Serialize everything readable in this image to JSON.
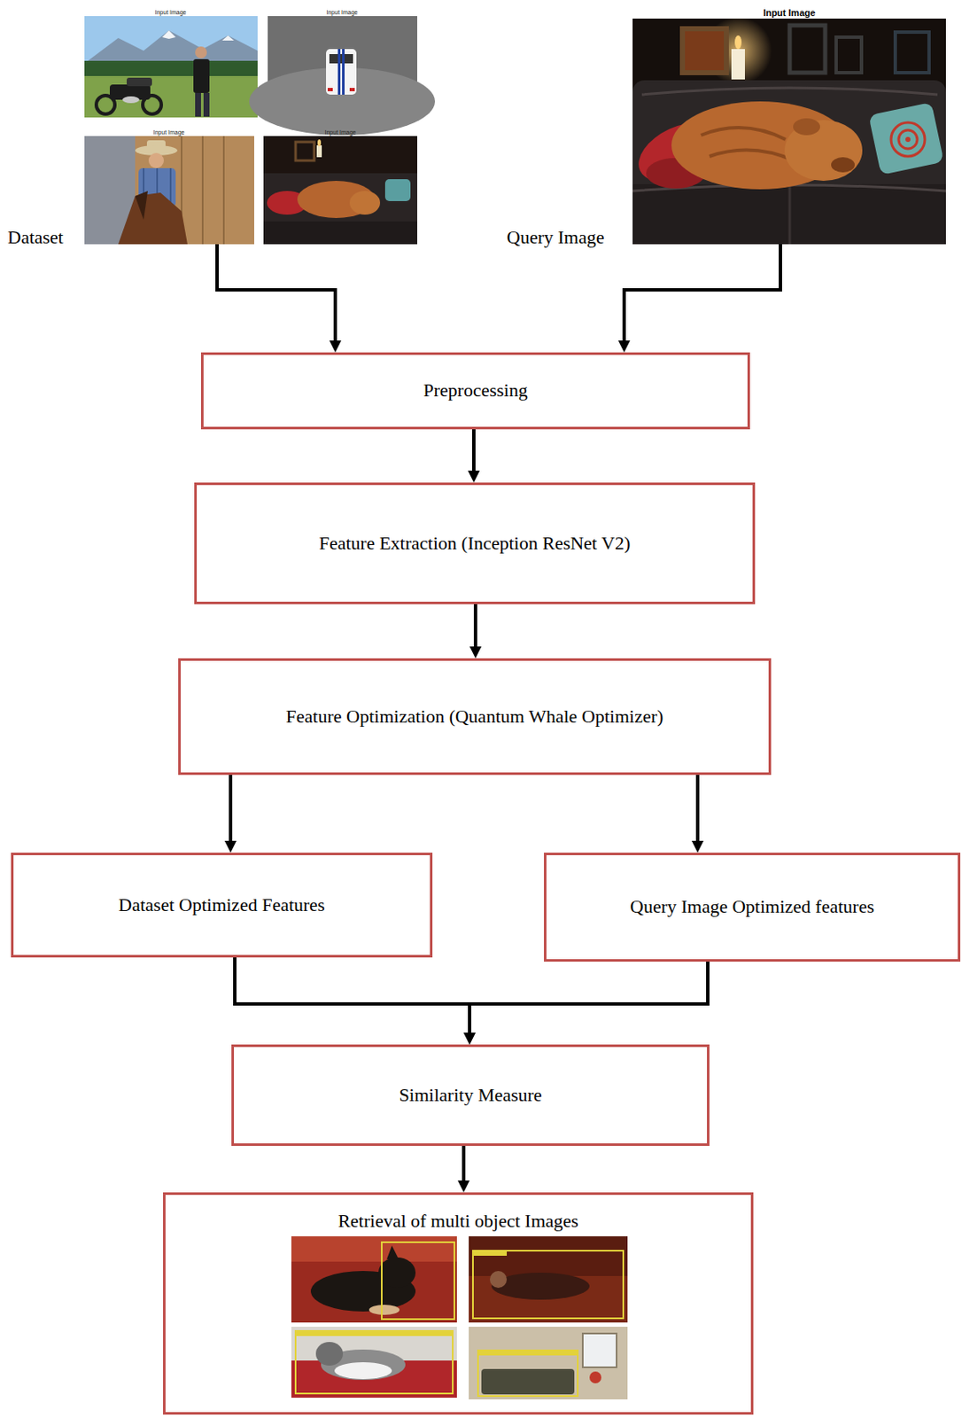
{
  "diagram": {
    "nodes": [
      {
        "text": [
          "Dataset"
        ]
      },
      {
        "text": [
          "Input Image",
          "Query Image"
        ]
      },
      {
        "text": [
          "Preprocessing"
        ]
      },
      {
        "text": [
          "Feature Extraction (Inception ResNet V2)"
        ]
      },
      {
        "text": [
          "Feature Optimization (Quantum Whale Optimizer)"
        ]
      },
      {
        "text": [
          "Dataset Optimized Features"
        ]
      },
      {
        "text": [
          "Query Image Optimized features"
        ]
      },
      {
        "text": [
          "Similarity Measure"
        ]
      },
      {
        "text": [
          "Retrieval of multi object Images"
        ]
      }
    ],
    "edges": [
      {
        "from": 0,
        "to": 2,
        "arrow": "to"
      },
      {
        "from": 1,
        "to": 2,
        "arrow": "to"
      },
      {
        "from": 2,
        "to": 3,
        "arrow": "to"
      },
      {
        "from": 3,
        "to": 4,
        "arrow": "to"
      },
      {
        "from": 4,
        "to": 5,
        "arrow": "to"
      },
      {
        "from": 4,
        "to": 6,
        "arrow": "to"
      },
      {
        "from": 5,
        "to": 7,
        "arrow": "to"
      },
      {
        "from": 6,
        "to": 7,
        "arrow": "to"
      },
      {
        "from": 7,
        "to": 8,
        "arrow": "to"
      }
    ],
    "labels": [
      "Input Image",
      "Input Image",
      "Input Image",
      "Input Image"
    ]
  }
}
